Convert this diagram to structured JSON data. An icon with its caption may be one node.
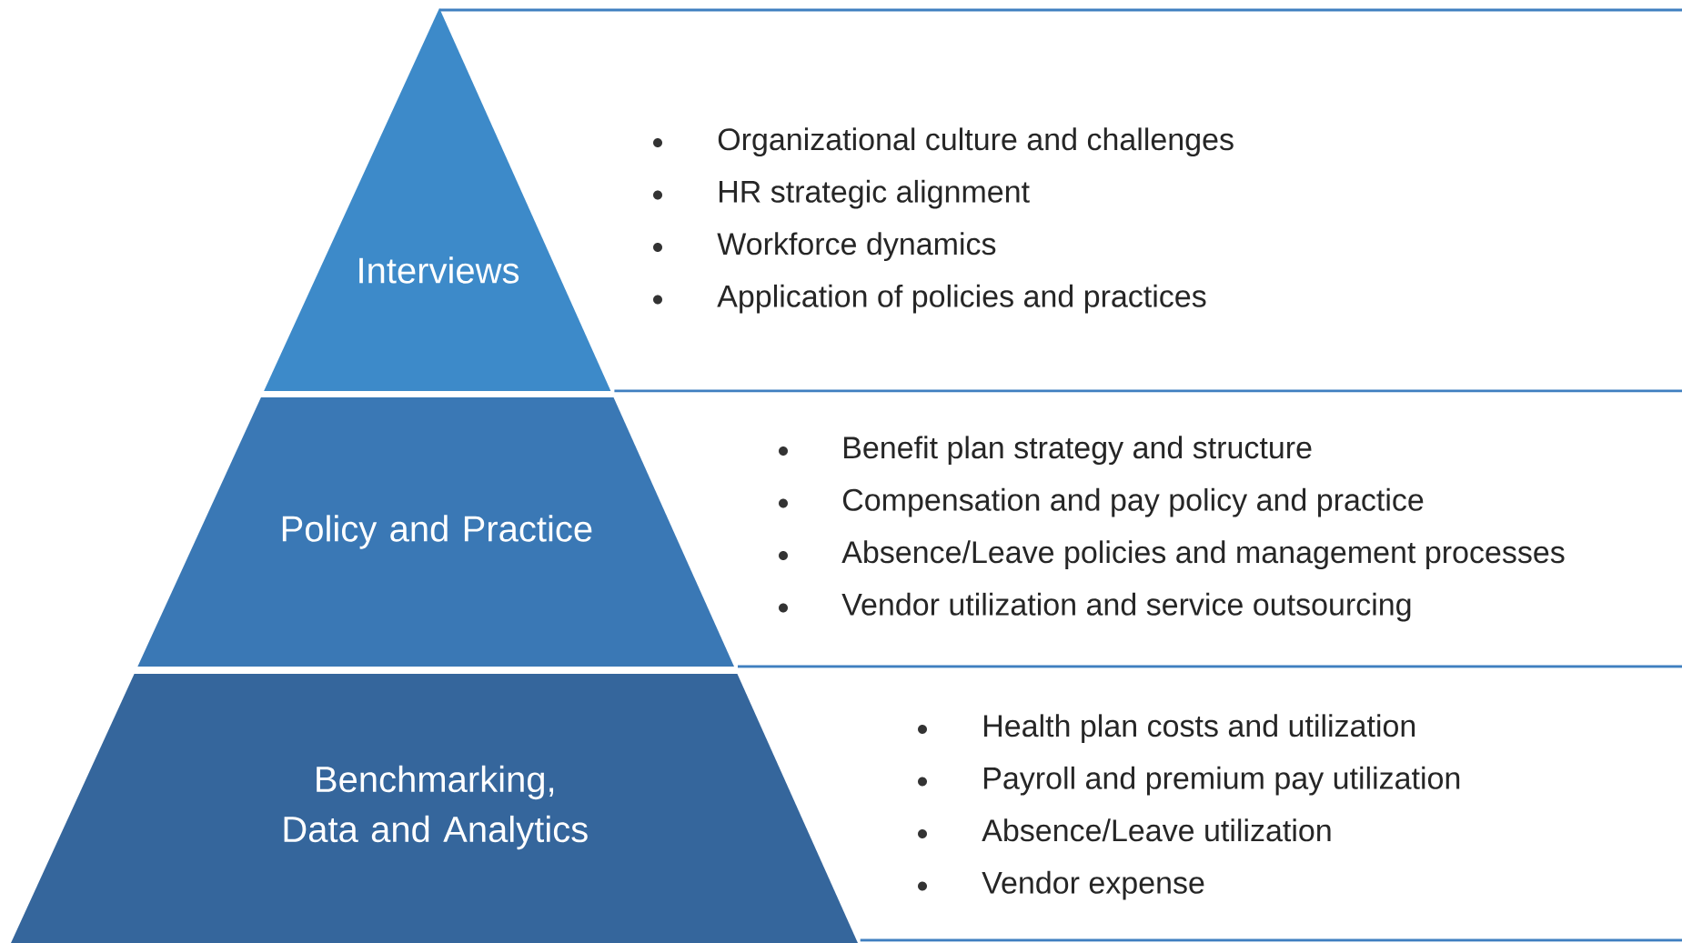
{
  "diagram": {
    "nodes": [
      {
        "text": [
          "Interviews"
        ],
        "beside": [
          "Organizational culture and challenges",
          "HR strategic alignment",
          "Workforce dynamics",
          "Application of policies and practices"
        ]
      },
      {
        "text": [
          "Policy and Practice"
        ],
        "beside": [
          "Benefit plan strategy and structure",
          "Compensation and pay policy and practice",
          "Absence/Leave policies and management processes",
          "Vendor utilization and service outsourcing"
        ]
      },
      {
        "text": [
          "Benchmarking, Data and Analytics"
        ],
        "beside": [
          "Health plan costs and utilization",
          "Payroll and premium pay utilization",
          "Absence/Leave utilization",
          "Vendor expense"
        ]
      }
    ]
  }
}
